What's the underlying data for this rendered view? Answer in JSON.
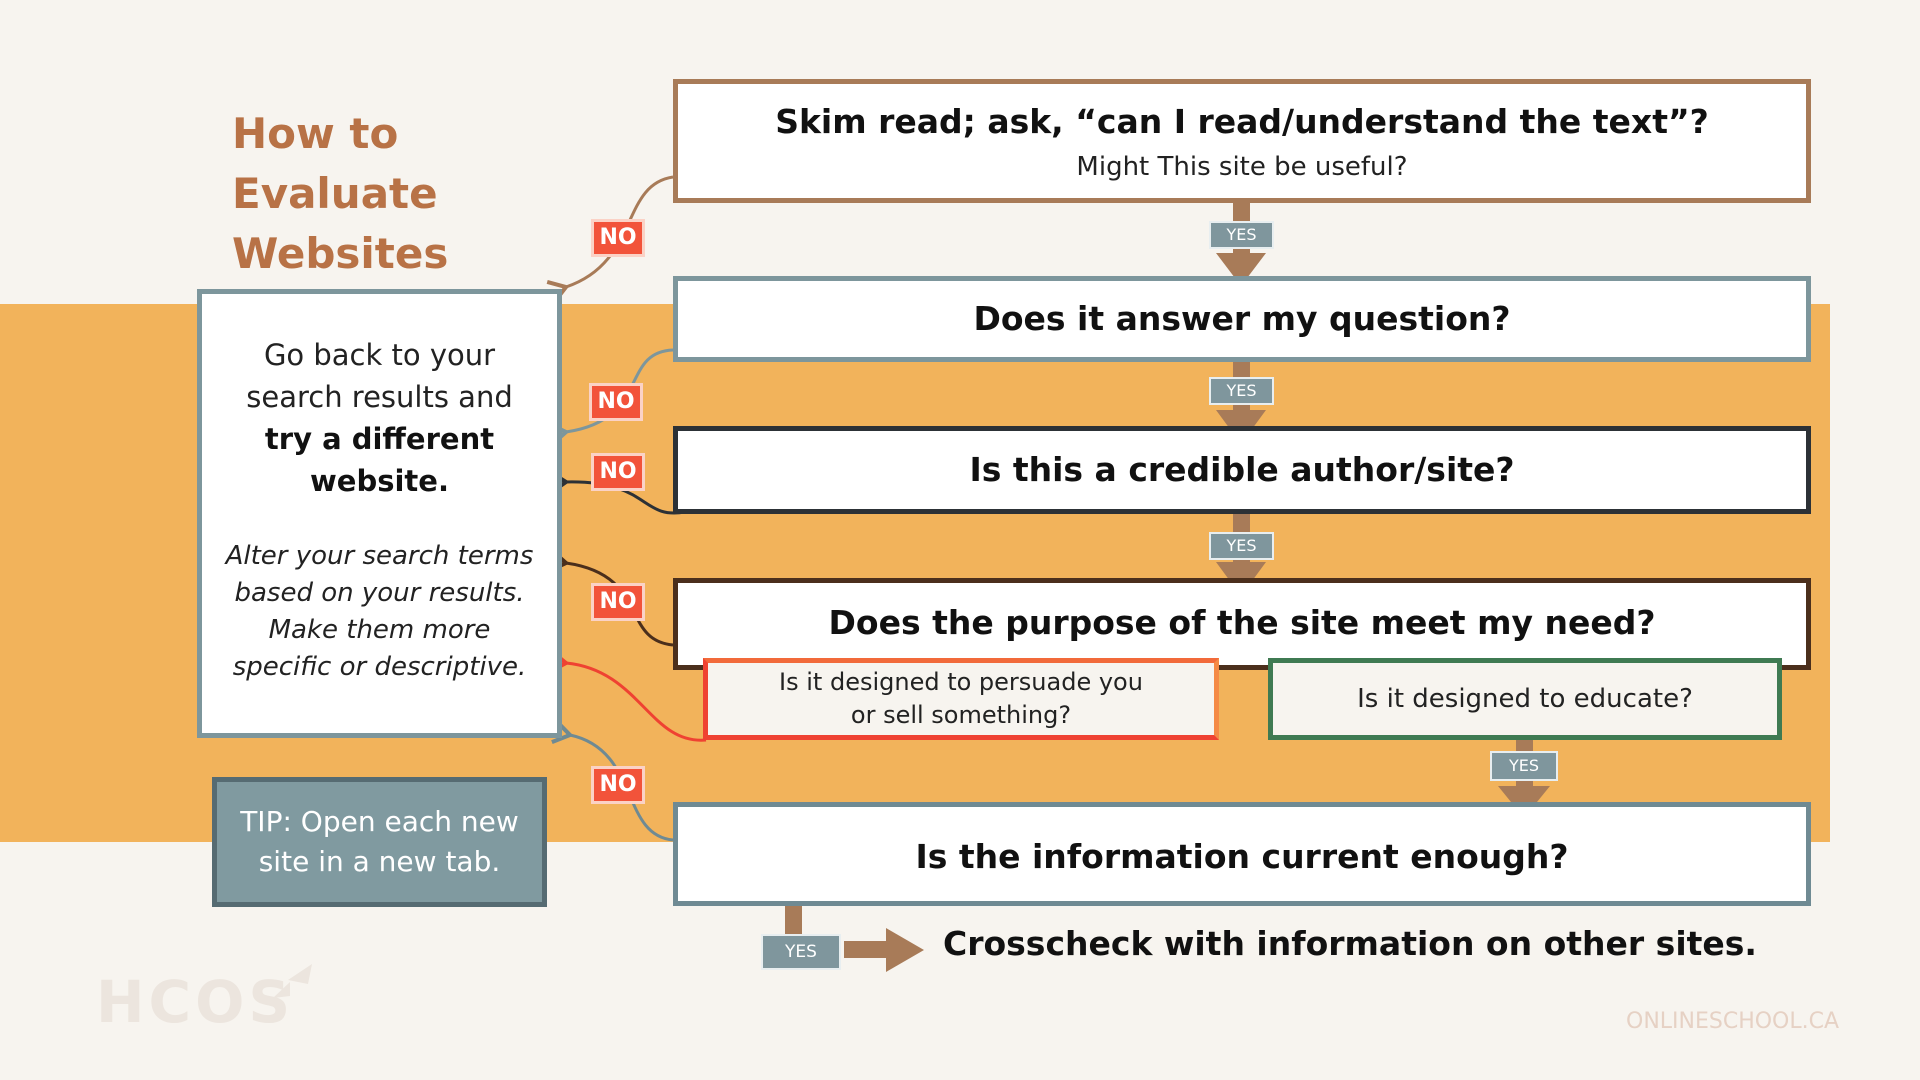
{
  "title": "How to\nEvaluate\nWebsites",
  "questions": {
    "q1_main": "Skim read; ask, “can I read/understand the text”?",
    "q1_sub": "Might This site be useful?",
    "q2": "Does it answer my question?",
    "q3": "Is this a credible author/site?",
    "q4": "Does the purpose of the site meet my need?",
    "q5": "Is the information current enough?"
  },
  "purpose": {
    "persuade_line1": "Is it designed to persuade you",
    "persuade_line2": "or sell something?",
    "educate": "Is it designed to educate?"
  },
  "left_box": {
    "line1": "Go back to your",
    "line2": "search results and",
    "bold1": "try a different",
    "bold2": "website.",
    "italic1": "Alter your search terms",
    "italic2": "based on your results.",
    "italic3": "Make them more",
    "italic4": "specific or descriptive."
  },
  "tip": {
    "line1": "TIP: Open each new",
    "line2": "site in a new tab."
  },
  "labels": {
    "yes": "YES",
    "no": "NO"
  },
  "final": "Crosscheck with information on other sites.",
  "logo": "HCOS",
  "site": "ONLINESCHOOL.CA",
  "colors": {
    "band": "#f2b35b",
    "title": "#b87246",
    "yes_tag": "#7f969d",
    "no_tag": "#f2533a",
    "arrow": "#a87b58",
    "persuade_border": "#ef4232",
    "educate_border": "#3f7a52"
  }
}
